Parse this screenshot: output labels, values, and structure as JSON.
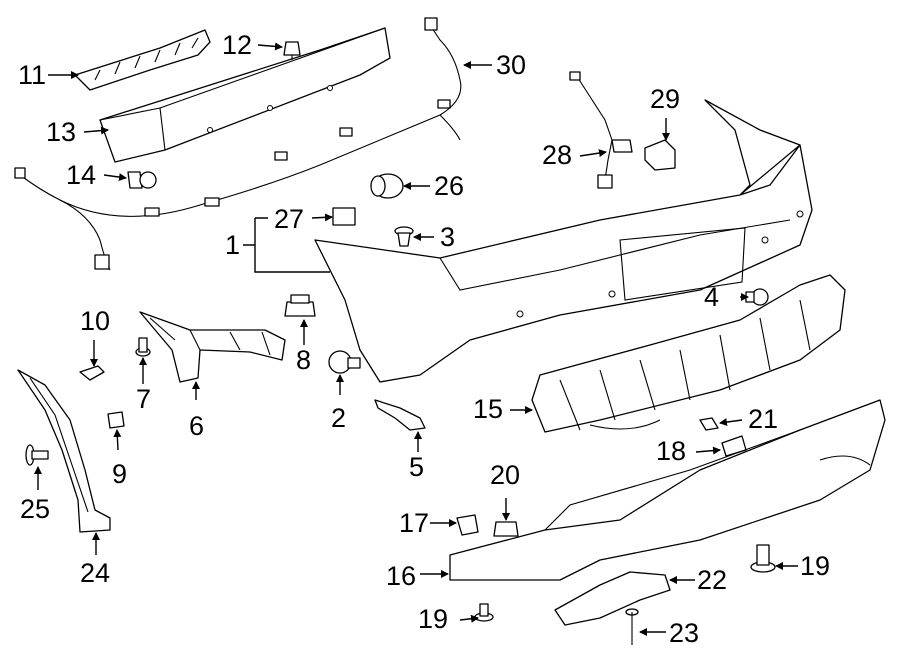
{
  "callouts": {
    "c1": "1",
    "c2": "2",
    "c3": "3",
    "c4": "4",
    "c5": "5",
    "c6": "6",
    "c7": "7",
    "c8": "8",
    "c9": "9",
    "c10": "10",
    "c11": "11",
    "c12": "12",
    "c13": "13",
    "c14": "14",
    "c15": "15",
    "c16": "16",
    "c17": "17",
    "c18": "18",
    "c19a": "19",
    "c19b": "19",
    "c20": "20",
    "c21": "21",
    "c22": "22",
    "c23": "23",
    "c24": "24",
    "c25": "25",
    "c26": "26",
    "c27": "27",
    "c28": "28",
    "c29": "29",
    "c30": "30"
  }
}
